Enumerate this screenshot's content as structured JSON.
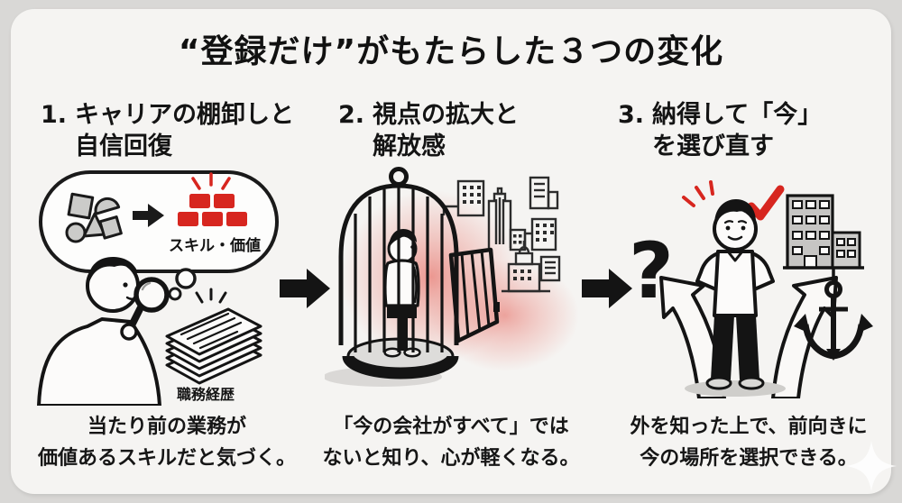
{
  "title": "“登録だけ”がもたらした３つの変化",
  "columns": [
    {
      "number": "1.",
      "heading": [
        "キャリアの棚卸しと",
        "自信回復"
      ],
      "skills_label": "スキル・価値",
      "papers_label": "職務経歴",
      "caption": [
        "当たり前の業務が",
        "価値あるスキルだと気づく。"
      ]
    },
    {
      "number": "2.",
      "heading": [
        "視点の拡大と",
        "解放感"
      ],
      "caption": [
        "「今の会社がすべて」では",
        "ないと知り、心が軽くなる。"
      ]
    },
    {
      "number": "3.",
      "heading": [
        "納得して「今」",
        "を選び直す"
      ],
      "question_glyph": "?",
      "caption": [
        "外を知った上で、前向きに",
        "今の場所を選択できる。"
      ]
    }
  ],
  "colors": {
    "accent_red": "#d7261f",
    "glow_red": "#e4544a",
    "ink": "#141414",
    "card_bg": "#f5f4f2",
    "page_bg": "#d9d8d6",
    "shape_gray": "#cbcbc9",
    "building_gray": "#c6c5c3"
  }
}
